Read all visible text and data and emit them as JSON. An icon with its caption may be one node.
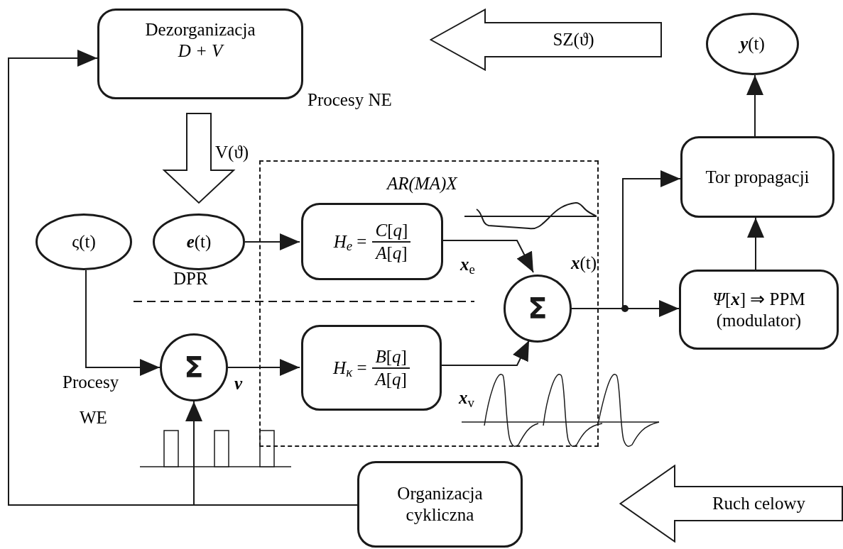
{
  "diagram": {
    "nodes": [
      {
        "text": [
          "Dezorganizacja",
          "D + V"
        ],
        "beside": [
          "Procesy NE"
        ]
      },
      {
        "text": [
          "SZ(ϑ)"
        ]
      },
      {
        "text": [
          "**y**(t)"
        ]
      },
      {
        "text": [
          "ς(t)"
        ]
      },
      {
        "text": [
          "**e**(t)"
        ],
        "beside": [
          "DPR"
        ]
      },
      {
        "text": [
          "AR(MA)X"
        ]
      },
      {
        "text": [
          "*H*$_{e}$ =",
          "*C*[*q*]",
          "*A*[*q*]"
        ],
        "in": 5
      },
      {
        "text": [
          "*H*$_{κ}$ =",
          "*B*[*q*]",
          "*A*[*q*]"
        ],
        "in": 5
      },
      {
        "text": [
          "Σ"
        ],
        "in": 5
      },
      {
        "text": [
          "Tor propagacji"
        ]
      },
      {
        "text": [
          "*Ψ*[**x**] ⇒ PPM (modulator)"
        ]
      },
      {
        "text": [
          "Σ"
        ]
      },
      {
        "text": [
          "Organizacja cykliczna"
        ]
      },
      {
        "text": [
          "Ruch celowy"
        ]
      }
    ],
    "edges": [
      {
        "from": 0,
        "to": 4,
        "arrow": "to",
        "label": "V(ϑ)",
        "style": "thick"
      },
      {
        "from": 4,
        "to": 6,
        "arrow": "to"
      },
      {
        "from": 6,
        "to": 8,
        "arrow": "to",
        "label": "**x**$_{e}$"
      },
      {
        "from": 7,
        "to": 8,
        "arrow": "to"
      },
      {
        "from": 3,
        "to": 11,
        "arrow": "to"
      },
      {
        "from": 11,
        "to": 7,
        "arrow": "to",
        "label": "**v**"
      },
      {
        "from": 8,
        "to": 10,
        "arrow": "to"
      },
      {
        "from": 8,
        "to": 9,
        "arrow": "to"
      },
      {
        "from": 10,
        "to": 9,
        "arrow": "to"
      },
      {
        "from": 9,
        "to": 2,
        "arrow": "to"
      },
      {
        "from": 12,
        "to": 0,
        "arrow": "to"
      },
      {
        "from": 12,
        "to": 11,
        "arrow": "to"
      }
    ],
    "labels": [
      "**x**(t)",
      "Procesy",
      "**x**$_{v}$",
      "WE"
    ]
  }
}
